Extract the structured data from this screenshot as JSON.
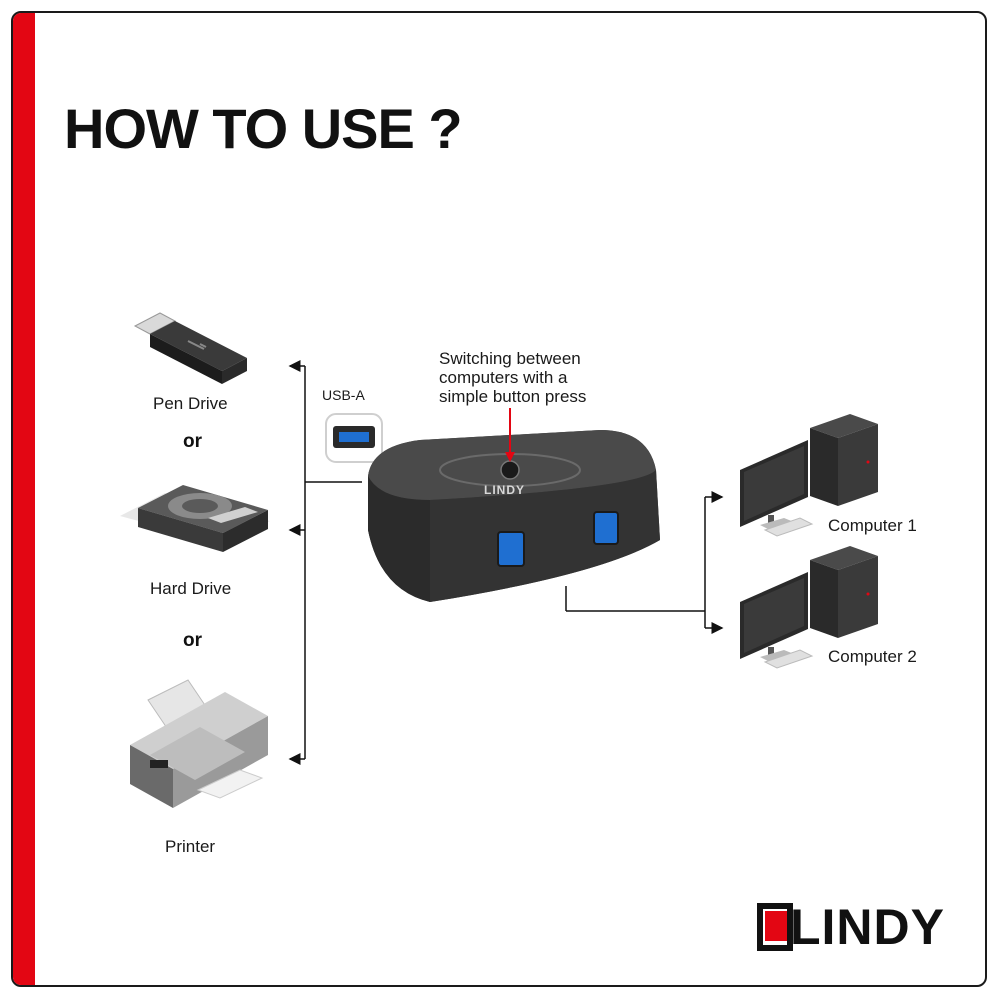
{
  "title": "HOW TO USE ?",
  "devices": {
    "pen_drive": "Pen Drive",
    "or_1": "or",
    "hard_drive": "Hard Drive",
    "or_2": "or",
    "printer": "Printer"
  },
  "usb_a_label": "USB-A",
  "callout": {
    "line1": "Switching between",
    "line2": "computers with a",
    "line3": "simple button press"
  },
  "computers": {
    "computer_1": "Computer 1",
    "computer_2": "Computer 2"
  },
  "switch_brand": "LINDY",
  "logo": {
    "text": "LINDY",
    "accent_color": "#e30613"
  },
  "colors": {
    "accent": "#e30613",
    "text": "#111111",
    "usb3_blue": "#1f6fd1"
  }
}
